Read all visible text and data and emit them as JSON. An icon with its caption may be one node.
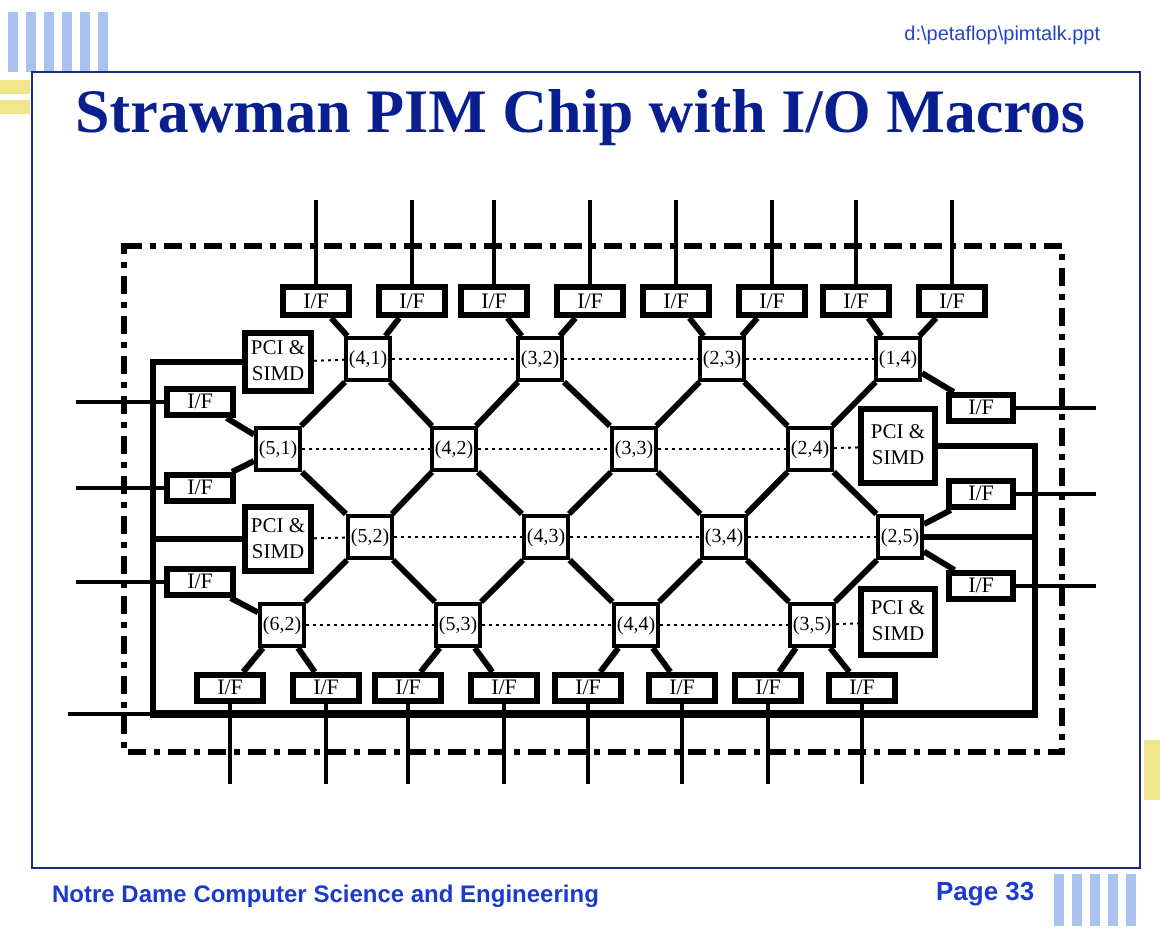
{
  "diagram": {
    "title": "Strawman PIM Chip with I/O Macros",
    "nodes": [
      {
        "text": [
          "I/F"
        ]
      },
      {
        "text": [
          "I/F"
        ]
      },
      {
        "text": [
          "I/F"
        ]
      },
      {
        "text": [
          "I/F"
        ]
      },
      {
        "text": [
          "I/F"
        ]
      },
      {
        "text": [
          "I/F"
        ]
      },
      {
        "text": [
          "I/F"
        ]
      },
      {
        "text": [
          "I/F"
        ]
      },
      {
        "text": [
          "PCI & SIMD"
        ]
      },
      {
        "text": [
          "(4,1)"
        ]
      },
      {
        "text": [
          "(3,2)"
        ]
      },
      {
        "text": [
          "(2,3)"
        ]
      },
      {
        "text": [
          "(1,4)"
        ]
      },
      {
        "text": [
          "I/F"
        ]
      },
      {
        "text": [
          "I/F"
        ]
      },
      {
        "text": [
          "(5,1)"
        ]
      },
      {
        "text": [
          "(4,2)"
        ]
      },
      {
        "text": [
          "(3,3)"
        ]
      },
      {
        "text": [
          "(2,4)"
        ]
      },
      {
        "text": [
          "PCI & SIMD"
        ]
      },
      {
        "text": [
          "I/F"
        ]
      },
      {
        "text": [
          "I/F"
        ]
      },
      {
        "text": [
          "PCI & SIMD"
        ]
      },
      {
        "text": [
          "(5,2)"
        ]
      },
      {
        "text": [
          "(4,3)"
        ]
      },
      {
        "text": [
          "(3,4)"
        ]
      },
      {
        "text": [
          "(2,5)"
        ]
      },
      {
        "text": [
          "I/F"
        ]
      },
      {
        "text": [
          "I/F"
        ]
      },
      {
        "text": [
          "(6,2)"
        ]
      },
      {
        "text": [
          "(5,3)"
        ]
      },
      {
        "text": [
          "(4,4)"
        ]
      },
      {
        "text": [
          "(3,5)"
        ]
      },
      {
        "text": [
          "PCI & SIMD"
        ]
      },
      {
        "text": [
          "I/F"
        ]
      },
      {
        "text": [
          "I/F"
        ]
      },
      {
        "text": [
          "I/F"
        ]
      },
      {
        "text": [
          "I/F"
        ]
      },
      {
        "text": [
          "I/F"
        ]
      },
      {
        "text": [
          "I/F"
        ]
      },
      {
        "text": [
          "I/F"
        ]
      },
      {
        "text": [
          "I/F"
        ]
      },
      {
        "text": [],
        "shape": "bar"
      }
    ],
    "edges": [
      {
        "from": 8,
        "to": 42,
        "arrow": "none"
      },
      {
        "from": 22,
        "to": 42,
        "arrow": "none"
      },
      {
        "from": 19,
        "to": 42,
        "arrow": "none"
      },
      {
        "from": 26,
        "to": 42,
        "arrow": "none"
      },
      {
        "from": null,
        "to": 42,
        "arrow": "none"
      },
      {
        "from": 0,
        "to": 9,
        "arrow": "none"
      },
      {
        "from": 1,
        "to": 9,
        "arrow": "none"
      },
      {
        "from": 2,
        "to": 10,
        "arrow": "none"
      },
      {
        "from": 3,
        "to": 10,
        "arrow": "none"
      },
      {
        "from": 4,
        "to": 11,
        "arrow": "none"
      },
      {
        "from": 5,
        "to": 11,
        "arrow": "none"
      },
      {
        "from": 6,
        "to": 12,
        "arrow": "none"
      },
      {
        "from": 7,
        "to": 12,
        "arrow": "none"
      },
      {
        "from": 9,
        "to": 15,
        "arrow": "none"
      },
      {
        "from": 9,
        "to": 16,
        "arrow": "none"
      },
      {
        "from": 10,
        "to": 16,
        "arrow": "none"
      },
      {
        "from": 10,
        "to": 17,
        "arrow": "none"
      },
      {
        "from": 11,
        "to": 17,
        "arrow": "none"
      },
      {
        "from": 11,
        "to": 18,
        "arrow": "none"
      },
      {
        "from": 12,
        "to": 18,
        "arrow": "none"
      },
      {
        "from": 12,
        "to": 14,
        "arrow": "none"
      },
      {
        "from": 13,
        "to": 15,
        "arrow": "none"
      },
      {
        "from": 20,
        "to": 15,
        "arrow": "none"
      },
      {
        "from": 15,
        "to": 23,
        "arrow": "none"
      },
      {
        "from": 16,
        "to": 23,
        "arrow": "none"
      },
      {
        "from": 16,
        "to": 24,
        "arrow": "none"
      },
      {
        "from": 17,
        "to": 24,
        "arrow": "none"
      },
      {
        "from": 17,
        "to": 25,
        "arrow": "none"
      },
      {
        "from": 18,
        "to": 25,
        "arrow": "none"
      },
      {
        "from": 18,
        "to": 26,
        "arrow": "none"
      },
      {
        "from": 26,
        "to": 21,
        "arrow": "none"
      },
      {
        "from": 26,
        "to": 28,
        "arrow": "none"
      },
      {
        "from": 27,
        "to": 29,
        "arrow": "none"
      },
      {
        "from": 23,
        "to": 29,
        "arrow": "none"
      },
      {
        "from": 23,
        "to": 30,
        "arrow": "none"
      },
      {
        "from": 24,
        "to": 30,
        "arrow": "none"
      },
      {
        "from": 24,
        "to": 31,
        "arrow": "none"
      },
      {
        "from": 25,
        "to": 31,
        "arrow": "none"
      },
      {
        "from": 25,
        "to": 32,
        "arrow": "none"
      },
      {
        "from": 26,
        "to": 32,
        "arrow": "none"
      },
      {
        "from": 29,
        "to": 34,
        "arrow": "none"
      },
      {
        "from": 29,
        "to": 35,
        "arrow": "none"
      },
      {
        "from": 30,
        "to": 36,
        "arrow": "none"
      },
      {
        "from": 30,
        "to": 37,
        "arrow": "none"
      },
      {
        "from": 31,
        "to": 38,
        "arrow": "none"
      },
      {
        "from": 31,
        "to": 39,
        "arrow": "none"
      },
      {
        "from": 32,
        "to": 40,
        "arrow": "none"
      },
      {
        "from": 32,
        "to": 41,
        "arrow": "none"
      },
      {
        "from": 8,
        "to": 9,
        "arrow": "none",
        "style": "dashed"
      },
      {
        "from": 9,
        "to": 10,
        "arrow": "none",
        "style": "dashed"
      },
      {
        "from": 10,
        "to": 11,
        "arrow": "none",
        "style": "dashed"
      },
      {
        "from": 11,
        "to": 12,
        "arrow": "none",
        "style": "dashed"
      },
      {
        "from": 15,
        "to": 16,
        "arrow": "none",
        "style": "dashed"
      },
      {
        "from": 16,
        "to": 17,
        "arrow": "none",
        "style": "dashed"
      },
      {
        "from": 17,
        "to": 18,
        "arrow": "none",
        "style": "dashed"
      },
      {
        "from": 18,
        "to": 19,
        "arrow": "none",
        "style": "dashed"
      },
      {
        "from": 22,
        "to": 23,
        "arrow": "none",
        "style": "dashed"
      },
      {
        "from": 23,
        "to": 24,
        "arrow": "none",
        "style": "dashed"
      },
      {
        "from": 24,
        "to": 25,
        "arrow": "none",
        "style": "dashed"
      },
      {
        "from": 25,
        "to": 26,
        "arrow": "none",
        "style": "dashed"
      },
      {
        "from": 29,
        "to": 30,
        "arrow": "none",
        "style": "dashed"
      },
      {
        "from": 30,
        "to": 31,
        "arrow": "none",
        "style": "dashed"
      },
      {
        "from": 31,
        "to": 32,
        "arrow": "none",
        "style": "dashed"
      },
      {
        "from": 32,
        "to": 33,
        "arrow": "none",
        "style": "dashed"
      },
      {
        "from": null,
        "to": 0,
        "arrow": "none"
      },
      {
        "from": null,
        "to": 1,
        "arrow": "none"
      },
      {
        "from": null,
        "to": 2,
        "arrow": "none"
      },
      {
        "from": null,
        "to": 3,
        "arrow": "none"
      },
      {
        "from": null,
        "to": 4,
        "arrow": "none"
      },
      {
        "from": null,
        "to": 5,
        "arrow": "none"
      },
      {
        "from": null,
        "to": 6,
        "arrow": "none"
      },
      {
        "from": null,
        "to": 7,
        "arrow": "none"
      },
      {
        "from": null,
        "to": 13,
        "arrow": "none"
      },
      {
        "from": null,
        "to": 20,
        "arrow": "none"
      },
      {
        "from": null,
        "to": 27,
        "arrow": "none"
      },
      {
        "from": null,
        "to": 14,
        "arrow": "none"
      },
      {
        "from": null,
        "to": 21,
        "arrow": "none"
      },
      {
        "from": null,
        "to": 28,
        "arrow": "none"
      },
      {
        "from": null,
        "to": 34,
        "arrow": "none"
      },
      {
        "from": null,
        "to": 35,
        "arrow": "none"
      },
      {
        "from": null,
        "to": 36,
        "arrow": "none"
      },
      {
        "from": null,
        "to": 37,
        "arrow": "none"
      },
      {
        "from": null,
        "to": 38,
        "arrow": "none"
      },
      {
        "from": null,
        "to": 39,
        "arrow": "none"
      },
      {
        "from": null,
        "to": 40,
        "arrow": "none"
      },
      {
        "from": null,
        "to": 41,
        "arrow": "none"
      }
    ],
    "labels": [
      "d:\\petaflop\\pimtalk.ppt",
      "Notre Dame Computer Science and Engineering",
      "Page 33"
    ]
  }
}
